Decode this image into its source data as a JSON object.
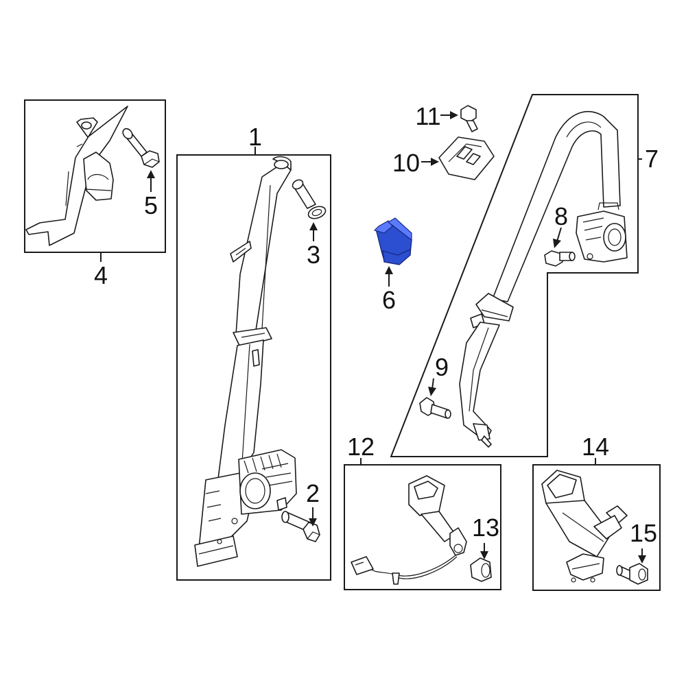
{
  "diagram": {
    "highlight_color": "#2b4fd0",
    "callouts": {
      "c1": "1",
      "c2": "2",
      "c3": "3",
      "c4": "4",
      "c5": "5",
      "c6": "6",
      "c7": "7",
      "c8": "8",
      "c9": "9",
      "c10": "10",
      "c11": "11",
      "c12": "12",
      "c13": "13",
      "c14": "14",
      "c15": "15"
    }
  }
}
